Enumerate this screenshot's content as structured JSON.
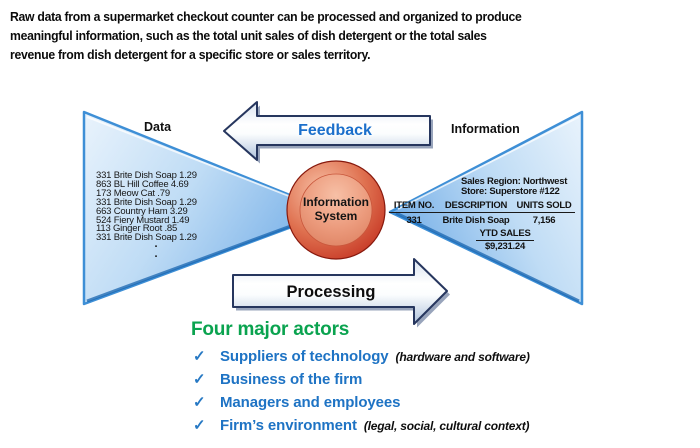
{
  "colors": {
    "green_heading": "#0AA34F",
    "actor_blue": "#1E73C4",
    "check_blue": "#2779C4",
    "feedback_blue": "#1B6FCB",
    "triangle_edge": "#3E8FD6",
    "arrow_border": "#26365E",
    "ring_red": "#C22A1B",
    "ball_salmon": "#E9977A"
  },
  "intro": {
    "lines": [
      "Raw data from a supermarket checkout counter can be processed and organized to produce",
      "meaningful information, such as the total unit sales of dish detergent or the total sales",
      "revenue from dish detergent for a specific store or sales territory."
    ]
  },
  "diagram": {
    "data_label": "Data",
    "information_label": "Information",
    "feedback_label": "Feedback",
    "processing_label": "Processing",
    "system_label": "Information System",
    "data_items": [
      "331 Brite Dish Soap  1.29",
      "863 BL Hill Coffee  4.69",
      "173 Meow Cat  .79",
      "331 Brite Dish Soap  1.29",
      "663 Country Ham 3.29",
      "524 Fiery Mustard  1.49",
      "113 Ginger Root  .85",
      "331 Brite Dish Soap  1.29"
    ],
    "ellipsis": [
      ".",
      "."
    ],
    "report": {
      "region_lines": [
        "Sales Region: Northwest",
        "Store: Superstore #122"
      ],
      "columns": [
        "ITEM NO.",
        "DESCRIPTION",
        "UNITS SOLD"
      ],
      "values": [
        "331",
        "Brite Dish Soap",
        "7,156"
      ],
      "ytd_label": "YTD SALES",
      "ytd_value": "$9,231.24"
    }
  },
  "actors": {
    "heading": "Four major actors",
    "check": "✓",
    "items": [
      {
        "text": "Suppliers of technology",
        "note": "(hardware and software)"
      },
      {
        "text": "Business of the firm",
        "note": ""
      },
      {
        "text": "Managers and employees",
        "note": ""
      },
      {
        "text": "Firm’s environment",
        "note": "(legal, social, cultural context)"
      }
    ]
  }
}
